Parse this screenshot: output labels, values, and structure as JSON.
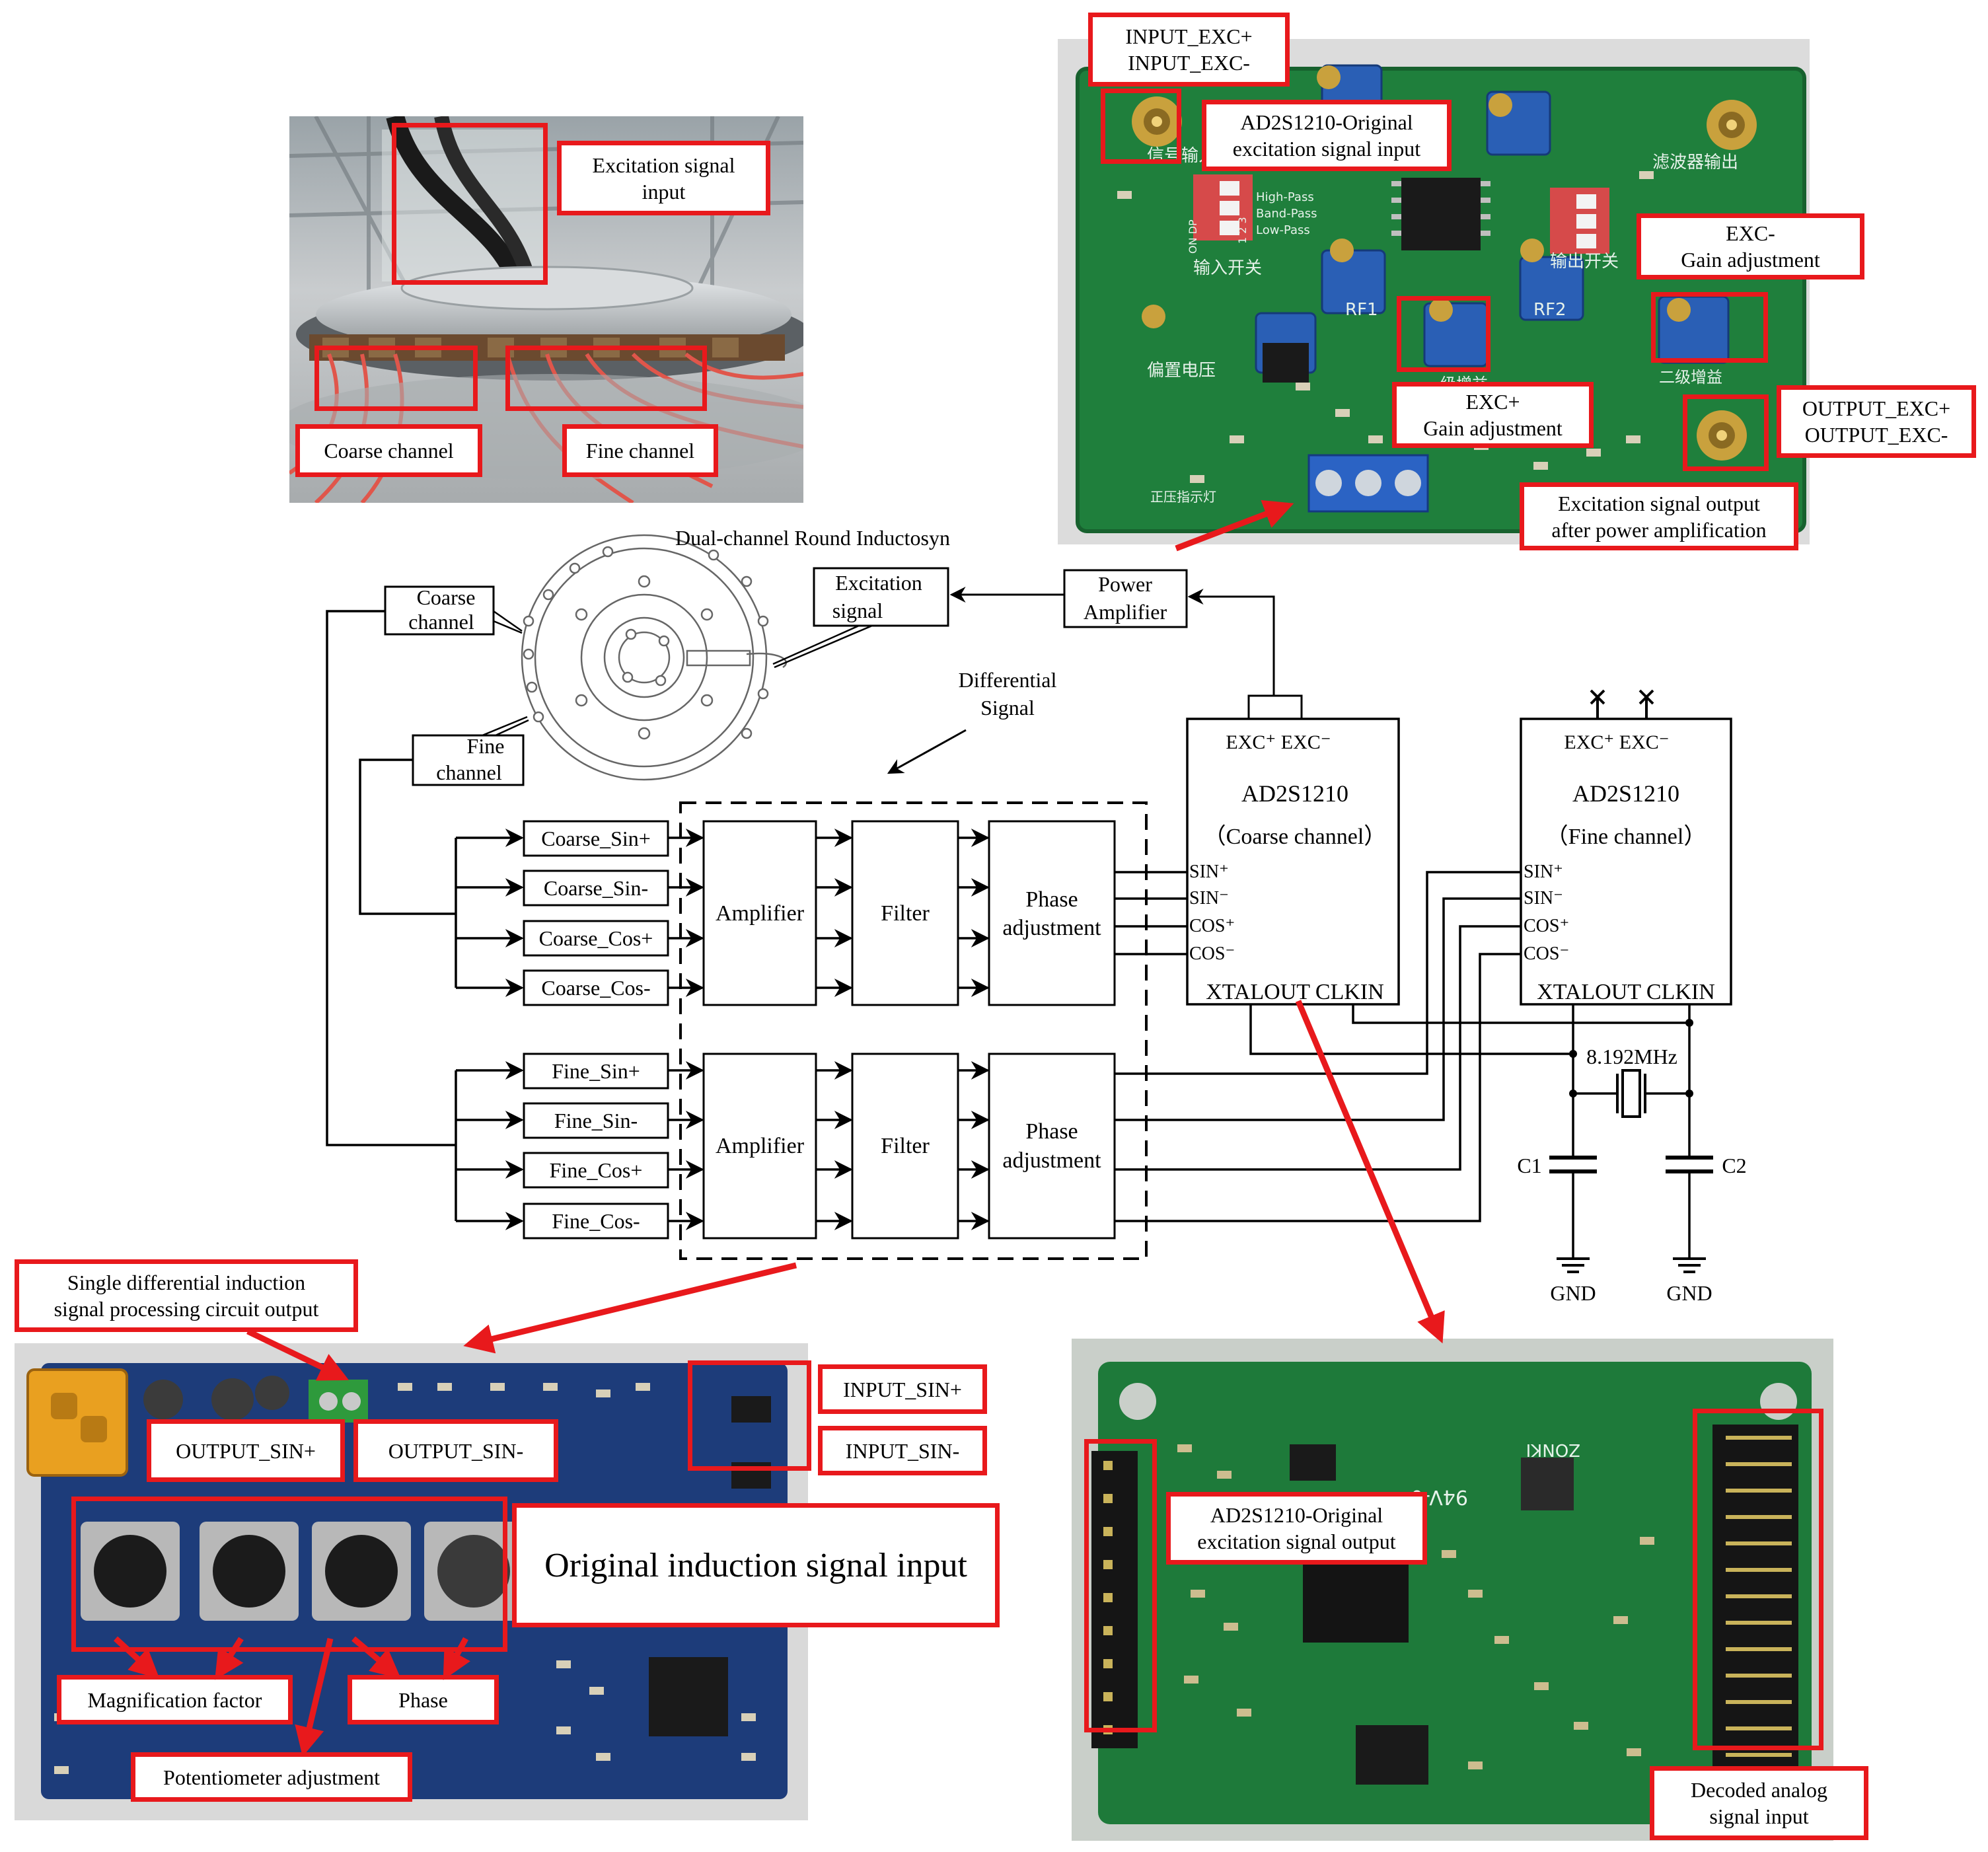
{
  "photo_inductosyn": {
    "excitation_label": [
      "Excitation signal",
      "input"
    ],
    "coarse_label": "Coarse channel",
    "fine_label": "Fine channel"
  },
  "photo_power_amp": {
    "input_exc": [
      "INPUT_EXC+",
      "INPUT_EXC-"
    ],
    "ad_input": [
      "AD2S1210-Original",
      "excitation signal input"
    ],
    "exc_minus_gain": [
      "EXC-",
      "Gain adjustment"
    ],
    "exc_plus_gain": [
      "EXC+",
      "Gain adjustment"
    ],
    "output_exc": [
      "OUTPUT_EXC+",
      "OUTPUT_EXC-"
    ],
    "exc_output": [
      "Excitation signal output",
      "after power amplification"
    ],
    "pcb_text": [
      "信号输入",
      "滤波器输出",
      "输入开关",
      "输出开关",
      "RF1",
      "RF2",
      "偏置电压",
      "一级增益",
      "二级增益",
      "正压指示灯",
      "High-Pass",
      "Band-Pass",
      "Low-Pass",
      "ON DP",
      "1 2 3"
    ]
  },
  "diagram": {
    "inductosyn_title": "Dual-channel Round Inductosyn",
    "coarse_channel": [
      "Coarse",
      "channel"
    ],
    "fine_channel": [
      "Fine",
      "channel"
    ],
    "excitation_signal": [
      "Excitation",
      "signal"
    ],
    "power_amplifier": [
      "Power",
      "Amplifier"
    ],
    "differential_signal": [
      "Differential",
      "Signal"
    ],
    "coarse_inputs": [
      "Coarse_Sin+",
      "Coarse_Sin-",
      "Coarse_Cos+",
      "Coarse_Cos-"
    ],
    "fine_inputs": [
      "Fine_Sin+",
      "Fine_Sin-",
      "Fine_Cos+",
      "Fine_Cos-"
    ],
    "amplifier": "Amplifier",
    "filter": "Filter",
    "phase_adjustment": [
      "Phase",
      "adjustment"
    ],
    "chip_name": "AD2S1210",
    "coarse_chip_sub": "（Coarse channel）",
    "fine_chip_sub": "（Fine channel）",
    "exc_pins": "EXC⁺  EXC⁻",
    "sin_plus": "SIN⁺",
    "sin_minus": "SIN⁻",
    "cos_plus": "COS⁺",
    "cos_minus": "COS⁻",
    "bottom_pins": "XTALOUT  CLKIN",
    "crystal_freq": "8.192MHz",
    "c1": "C1",
    "c2": "C2",
    "gnd": "GND"
  },
  "photo_signal_board": {
    "single_diff_output": [
      "Single differential induction",
      "signal processing circuit output"
    ],
    "output_sin_plus": "OUTPUT_SIN+",
    "output_sin_minus": "OUTPUT_SIN-",
    "input_sin_plus": "INPUT_SIN+",
    "input_sin_minus": "INPUT_SIN-",
    "original_input": "Original induction signal input",
    "magnification": "Magnification factor",
    "phase": "Phase",
    "potentiometer": "Potentiometer adjustment"
  },
  "photo_decoder_board": {
    "ad_output": [
      "AD2S1210-Original",
      "excitation signal output"
    ],
    "decoded_input": [
      "Decoded analog",
      "signal input"
    ],
    "pcb_text": [
      "94V-0",
      "ZONKI"
    ]
  },
  "colors": {
    "highlight": "#e8191c",
    "pcb_green": "#1f7f3c",
    "pcb_blue": "#1d3c7a",
    "potentiometer_blue": "#2a5fb5"
  },
  "icons": [
    "sma-connector-icon",
    "potentiometer-icon",
    "dip-switch-icon",
    "ic-chip-icon",
    "crystal-icon",
    "capacitor-icon",
    "ground-icon",
    "xt60-connector-icon",
    "pin-header-icon"
  ]
}
